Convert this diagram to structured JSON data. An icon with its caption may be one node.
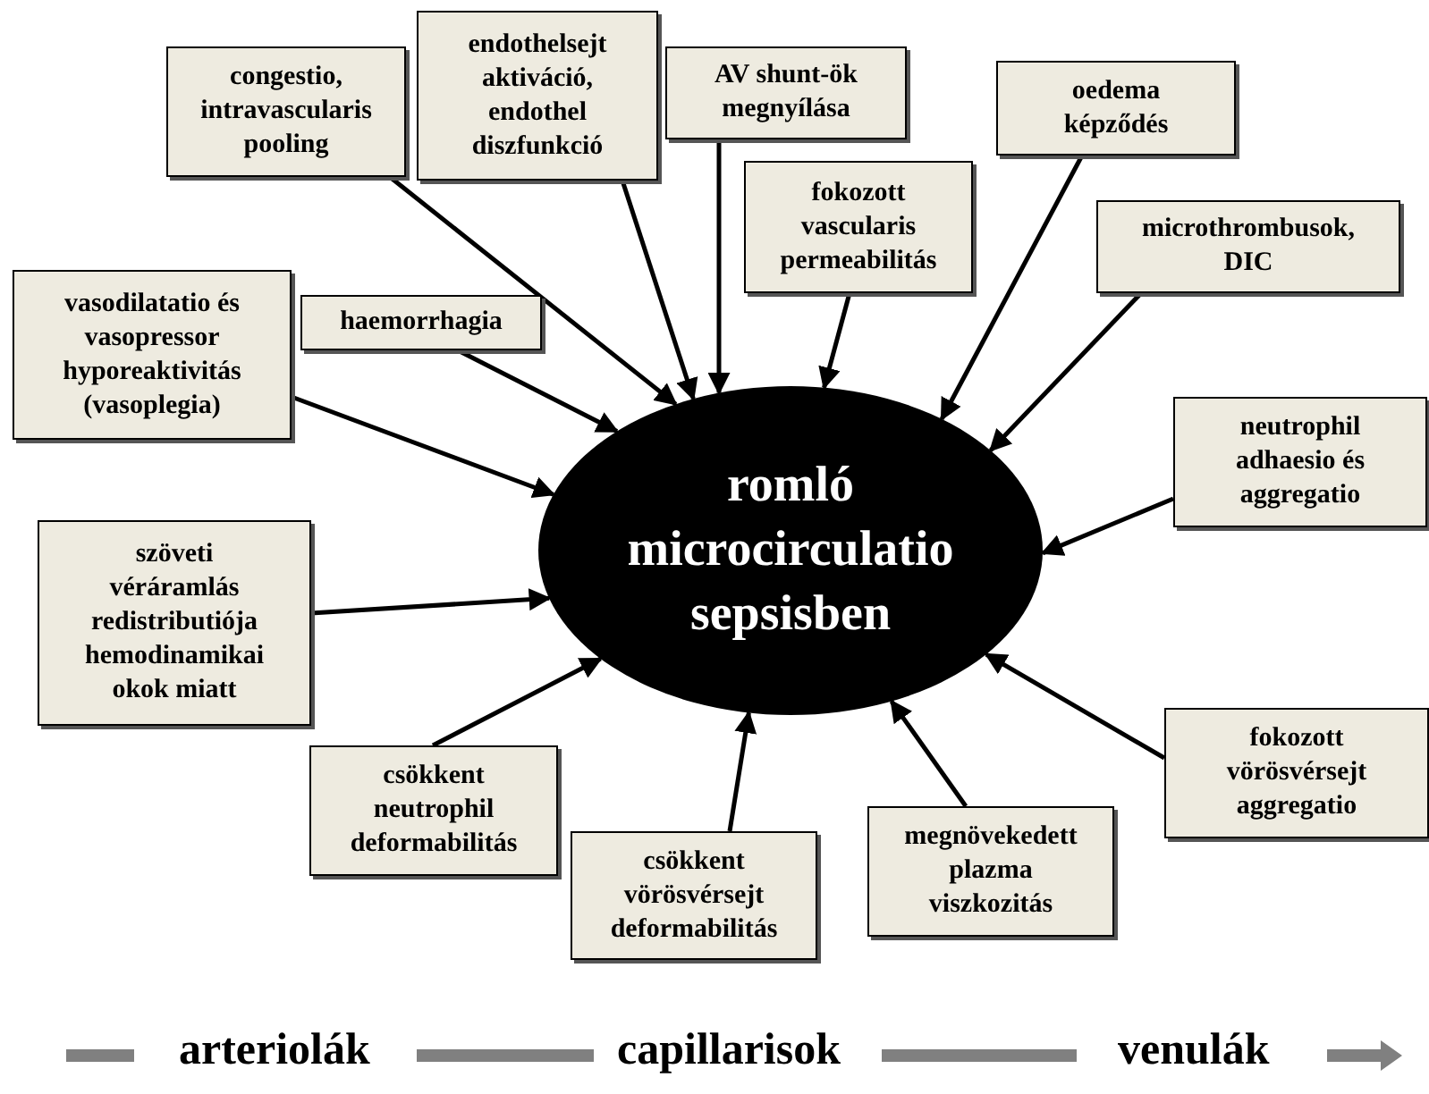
{
  "diagram": {
    "nodes": [
      {
        "text": [
          "romló microcirculatio sepsisben"
        ]
      },
      {
        "text": [
          "congestio, intravascularis pooling"
        ]
      },
      {
        "text": [
          "endothelsejt aktiváció, endothel diszfunkció"
        ]
      },
      {
        "text": [
          "AV shunt-ök megnyílása"
        ]
      },
      {
        "text": [
          "oedema képződés"
        ]
      },
      {
        "text": [
          "fokozott vascularis permeabilitás"
        ]
      },
      {
        "text": [
          "microthrombusok, DIC"
        ]
      },
      {
        "text": [
          "vasodilatatio és vasopressor hyporeaktivitás (vasoplegia)"
        ]
      },
      {
        "text": [
          "haemorrhagia"
        ]
      },
      {
        "text": [
          "neutrophil adhaesio és aggregatio"
        ]
      },
      {
        "text": [
          "szöveti véráramlás redistributiója hemodinamikai okok miatt"
        ]
      },
      {
        "text": [
          "csökkent neutrophil deformabilitás"
        ]
      },
      {
        "text": [
          "fokozott vörösvérsejt aggregatio"
        ]
      },
      {
        "text": [
          "csökkent vörösvérsejt deformabilitás"
        ]
      },
      {
        "text": [
          "megnövekedett plazma viszkozitás"
        ]
      }
    ],
    "edges": [
      {
        "from": 1,
        "to": 0,
        "arrow": "to"
      },
      {
        "from": 2,
        "to": 0,
        "arrow": "to"
      },
      {
        "from": 3,
        "to": 0,
        "arrow": "to"
      },
      {
        "from": 4,
        "to": 0,
        "arrow": "to"
      },
      {
        "from": 5,
        "to": 0,
        "arrow": "to"
      },
      {
        "from": 6,
        "to": 0,
        "arrow": "to"
      },
      {
        "from": 7,
        "to": 0,
        "arrow": "to"
      },
      {
        "from": 8,
        "to": 0,
        "arrow": "to"
      },
      {
        "from": 9,
        "to": 0,
        "arrow": "to"
      },
      {
        "from": 10,
        "to": 0,
        "arrow": "to"
      },
      {
        "from": 11,
        "to": 0,
        "arrow": "to"
      },
      {
        "from": 12,
        "to": 0,
        "arrow": "to"
      },
      {
        "from": 13,
        "to": 0,
        "arrow": "to"
      },
      {
        "from": 14,
        "to": 0,
        "arrow": "to"
      }
    ],
    "labels": [
      "arteriolák",
      "capillarisok",
      "venulák"
    ]
  }
}
